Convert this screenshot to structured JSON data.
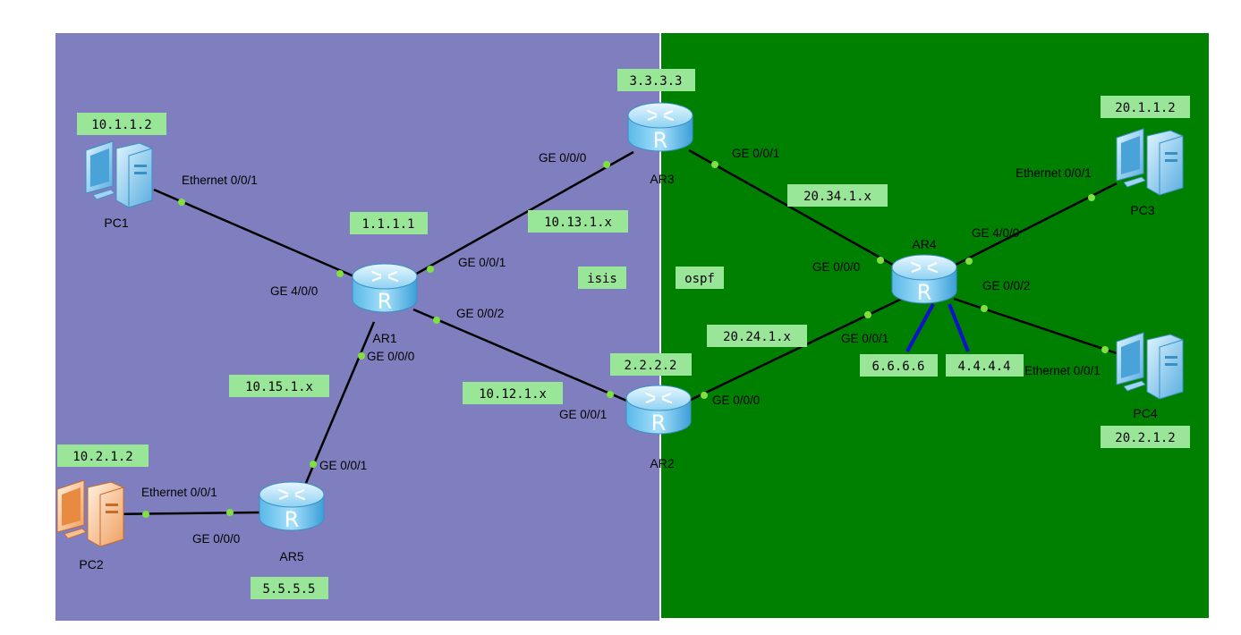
{
  "areas": {
    "isis": "isis",
    "ospf": "ospf"
  },
  "colors": {
    "isis_area": "#7f7fbf",
    "ospf_area": "#008000",
    "tag_background": "#99e699",
    "link": "#000000",
    "loopback_link": "#1010d0"
  },
  "devices": {
    "ar1": {
      "name": "AR1",
      "icon": "router-icon"
    },
    "ar2": {
      "name": "AR2",
      "icon": "router-icon"
    },
    "ar3": {
      "name": "AR3",
      "icon": "router-icon"
    },
    "ar4": {
      "name": "AR4",
      "icon": "router-icon"
    },
    "ar5": {
      "name": "AR5",
      "icon": "router-icon"
    },
    "pc1": {
      "name": "PC1",
      "icon": "pc-icon"
    },
    "pc2": {
      "name": "PC2",
      "icon": "pc-icon"
    },
    "pc3": {
      "name": "PC3",
      "icon": "pc-icon"
    },
    "pc4": {
      "name": "PC4",
      "icon": "pc-icon"
    }
  },
  "tags": {
    "pc1_ip": "10.1.1.2",
    "pc2_ip": "10.2.1.2",
    "pc3_ip": "20.1.1.2",
    "pc4_ip": "20.2.1.2",
    "ar1_id": "1.1.1.1",
    "ar2_id": "2.2.2.2",
    "ar3_id": "3.3.3.3",
    "ar5_id": "5.5.5.5",
    "ar4_loop1": "6.6.6.6",
    "ar4_loop2": "4.4.4.4",
    "net_ar1_ar3": "10.13.1.x",
    "net_ar1_ar2": "10.12.1.x",
    "net_ar1_ar5": "10.15.1.x",
    "net_ar3_ar4": "20.34.1.x",
    "net_ar2_ar4": "20.24.1.x"
  },
  "ports": {
    "pc1_eth": "Ethernet 0/0/1",
    "ar1_ge400": "GE 4/0/0",
    "ar1_ge001": "GE 0/0/1",
    "ar1_ge002": "GE 0/0/2",
    "ar1_ge000": "GE 0/0/0",
    "ar3_ge000": "GE 0/0/0",
    "ar3_ge001": "GE 0/0/1",
    "ar2_ge001": "GE 0/0/1",
    "ar2_ge000": "GE 0/0/0",
    "ar5_ge001": "GE 0/0/1",
    "ar5_ge000": "GE 0/0/0",
    "pc2_eth": "Ethernet 0/0/1",
    "ar4_ge000": "GE 0/0/0",
    "ar4_ge001": "GE 0/0/1",
    "ar4_ge400": "GE 4/0/0",
    "ar4_ge002": "GE 0/0/2",
    "pc3_eth": "Ethernet 0/0/1",
    "pc4_eth": "Ethernet 0/0/1"
  }
}
